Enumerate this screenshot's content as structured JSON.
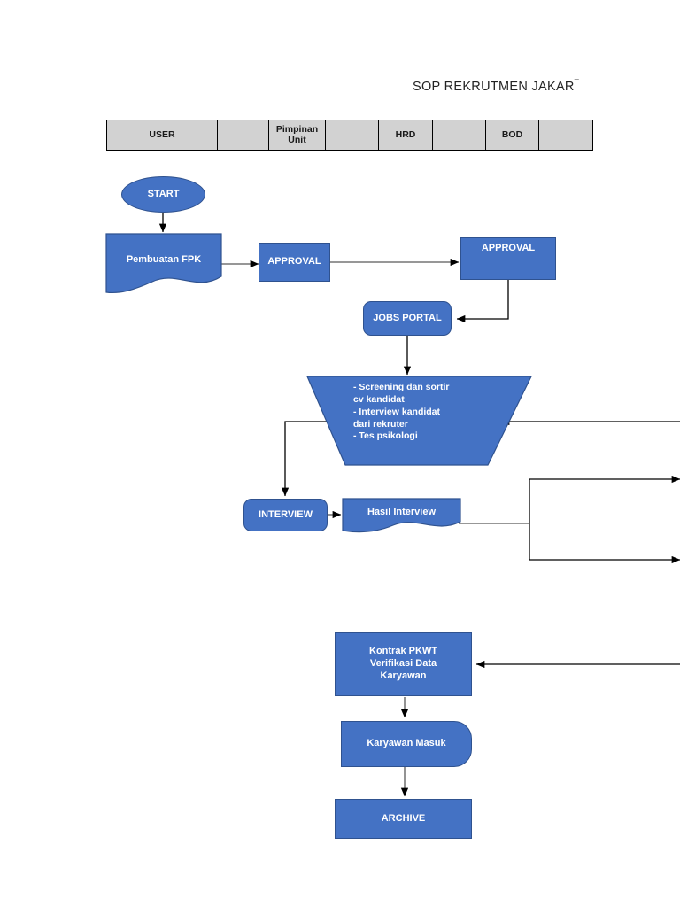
{
  "page": {
    "title_main": "SOP REKRUTMEN JAKAR",
    "title_tail": "¯"
  },
  "lanes": {
    "cells": [
      {
        "label": "USER",
        "width": 125
      },
      {
        "label": "",
        "width": 58
      },
      {
        "label": "Pimpinan\nUnit",
        "width": 64
      },
      {
        "label": "",
        "width": 60
      },
      {
        "label": "HRD",
        "width": 61
      },
      {
        "label": "",
        "width": 60
      },
      {
        "label": "BOD",
        "width": 60
      },
      {
        "label": "",
        "width": 60
      }
    ]
  },
  "nodes": {
    "start": {
      "label": "START"
    },
    "pembuatan_fpk": {
      "label": "Pembuatan FPK"
    },
    "approval_unit": {
      "label": "APPROVAL"
    },
    "approval_bod": {
      "label": "APPROVAL"
    },
    "jobs_portal": {
      "label": "JOBS PORTAL"
    },
    "screening": {
      "label": "- Screening dan sortir\ncv kandidat\n- Interview kandidat\ndari rekruter\n- Tes psikologi"
    },
    "interview": {
      "label": "INTERVIEW"
    },
    "hasil_interview": {
      "label": "Hasil Interview"
    },
    "kontrak_pkwt": {
      "label": "Kontrak PKWT\nVerifikasi Data\nKaryawan"
    },
    "karyawan_masuk": {
      "label": "Karyawan Masuk"
    },
    "archive": {
      "label": "ARCHIVE"
    }
  },
  "colors": {
    "shape_fill": "#4472c4",
    "shape_stroke": "#2f528f",
    "lane_fill": "#d2d2d2",
    "connector": "#000000",
    "connector_grey": "#595959",
    "text_on_shape": "#ffffff",
    "title_text": "#232323"
  }
}
